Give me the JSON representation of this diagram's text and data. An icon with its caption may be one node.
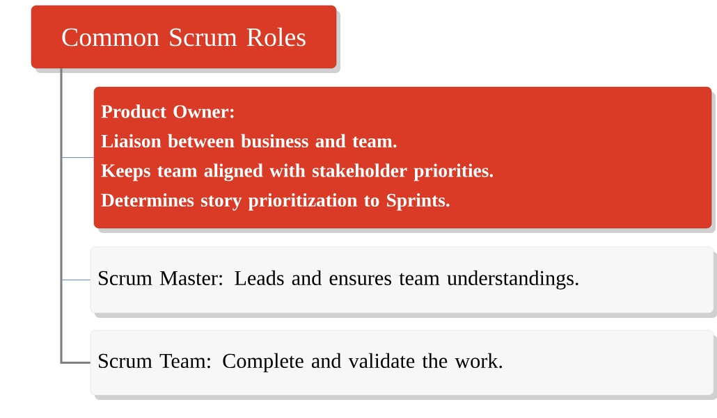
{
  "diagram": {
    "nodes": [
      {
        "text": [
          "Common Scrum Roles"
        ]
      },
      {
        "text": [
          "Product Owner:",
          "Liaison between business and team.",
          "Keeps team aligned with stakeholder priorities.",
          "Determines story prioritization to Sprints."
        ]
      },
      {
        "text": [
          "Scrum Master: Leads and ensures team understandings."
        ]
      },
      {
        "text": [
          "Scrum Team: Complete and validate the work."
        ]
      }
    ],
    "edges": [
      {
        "from": 0,
        "to": 1,
        "arrow": "none"
      },
      {
        "from": 0,
        "to": 2,
        "arrow": "none"
      },
      {
        "from": 0,
        "to": 3,
        "arrow": "none",
        "style": "thick",
        "color": "#7f7f7f"
      }
    ]
  }
}
